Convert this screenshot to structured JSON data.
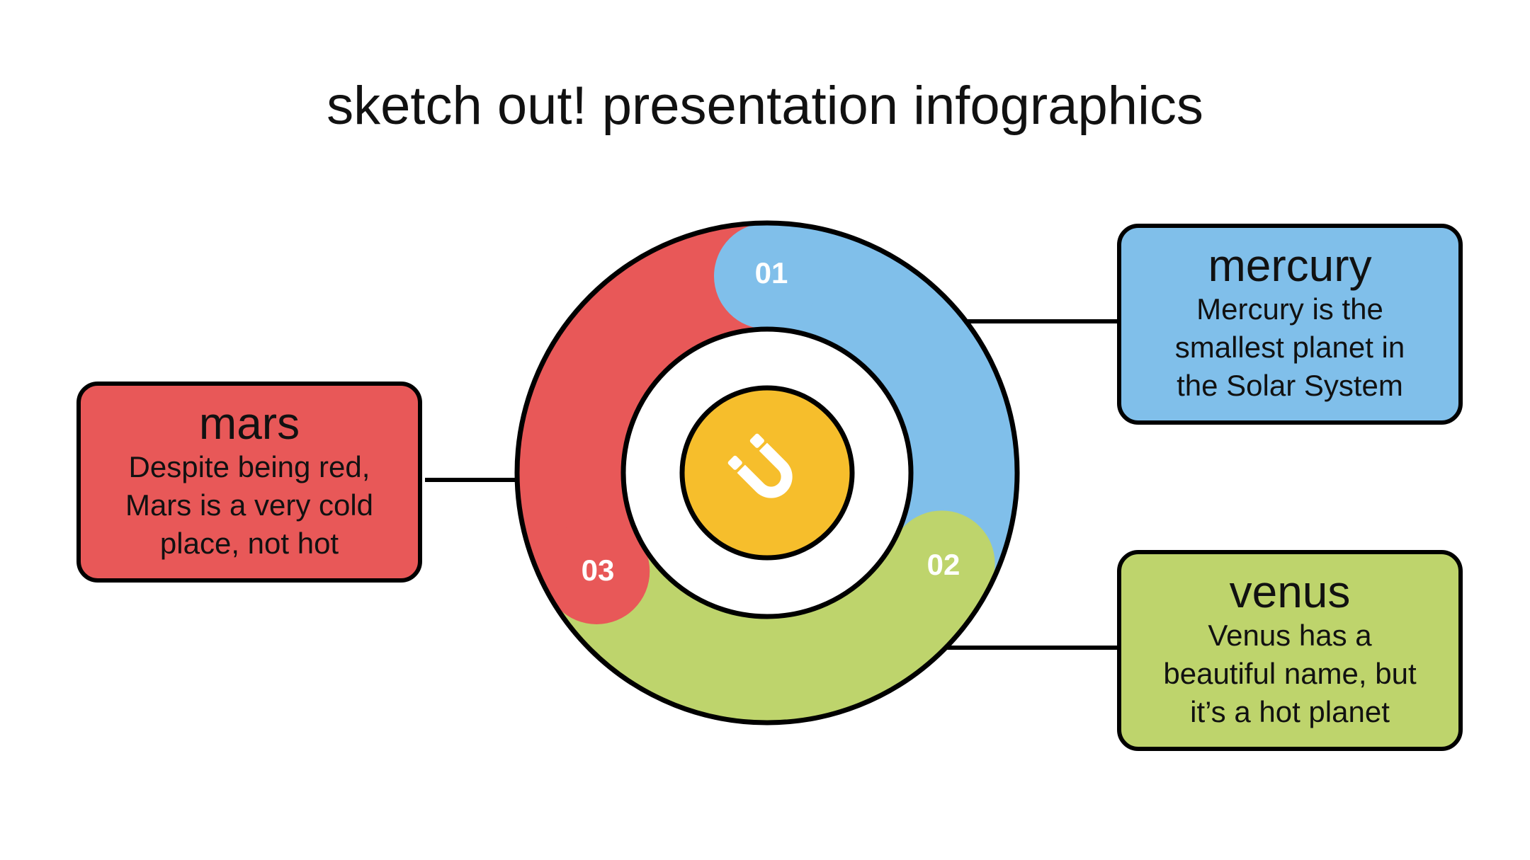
{
  "title": "sketch out! presentation infographics",
  "colors": {
    "red": "#E85858",
    "blue": "#80BFEA",
    "green": "#BED46C",
    "yellow": "#F6BE2C"
  },
  "segments": [
    {
      "number": "01",
      "color": "#80BFEA"
    },
    {
      "number": "02",
      "color": "#BED46C"
    },
    {
      "number": "03",
      "color": "#E85858"
    }
  ],
  "center_icon": "magnet-icon",
  "boxes": {
    "mercury": {
      "title": "mercury",
      "lines": [
        "Mercury is the",
        "smallest planet in",
        "the Solar System"
      ]
    },
    "venus": {
      "title": "venus",
      "lines": [
        "Venus has a",
        "beautiful name, but",
        "it’s a hot planet"
      ]
    },
    "mars": {
      "title": "mars",
      "lines": [
        "Despite being red,",
        "Mars is a very cold",
        "place, not hot"
      ]
    }
  }
}
